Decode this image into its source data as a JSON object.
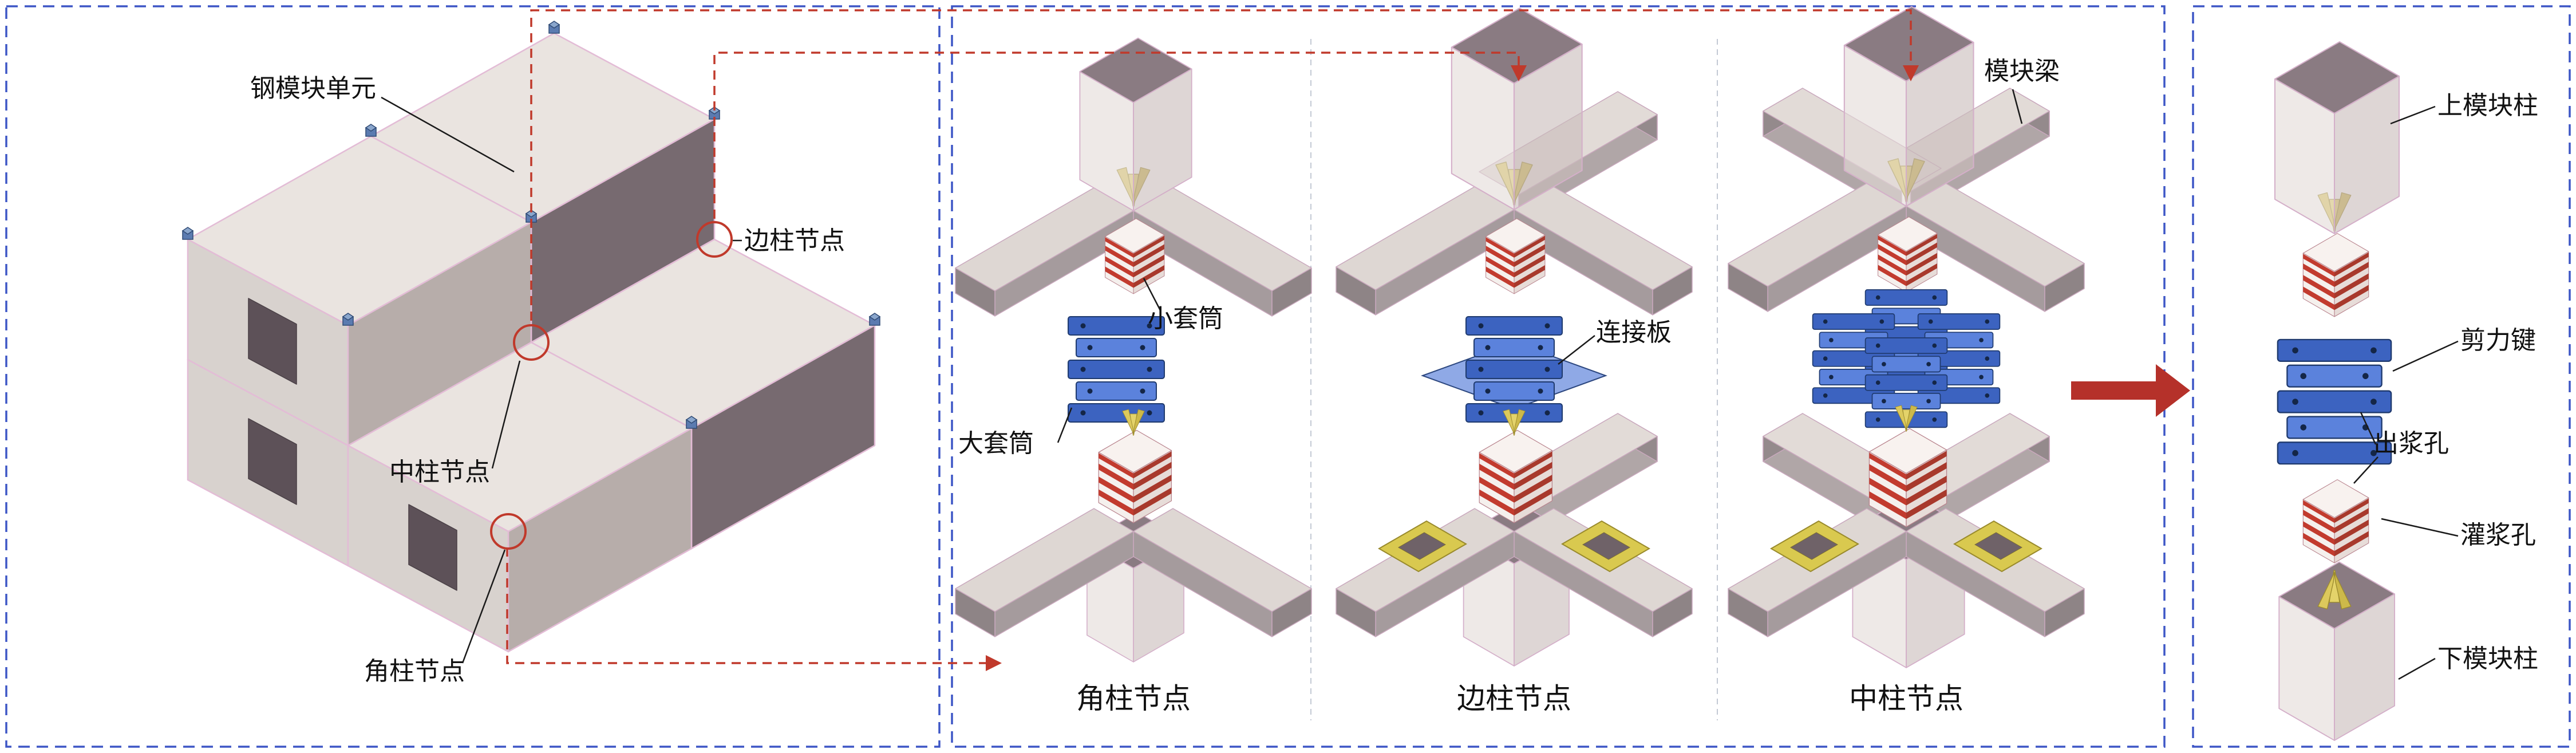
{
  "left_panel": {
    "labels": {
      "steel_module_unit": "钢模块单元",
      "edge_column_joint": "边柱节点",
      "center_column_joint": "中柱节点",
      "corner_column_joint": "角柱节点"
    }
  },
  "middle_panel": {
    "callouts": {
      "small_sleeve": "小套筒",
      "large_sleeve": "大套筒",
      "connection_plate": "连接板",
      "module_beam": "模块梁"
    },
    "captions": {
      "corner": "角柱节点",
      "edge": "边柱节点",
      "center": "中柱节点"
    }
  },
  "right_panel": {
    "callouts": {
      "upper_module_column": "上模块柱",
      "shear_key": "剪力键",
      "grout_outlet_hole": "出浆孔",
      "grouting_hole": "灌浆孔",
      "lower_module_column": "下模块柱"
    }
  },
  "colors": {
    "panel_border_blue": "#3d56c6",
    "connector_red": "#c0392b",
    "sleeve_blue": "#3c63c0",
    "stripe_red": "#c23b2e",
    "plate_yellow": "#d9c94f",
    "module_gray": "#d8d2ce"
  }
}
